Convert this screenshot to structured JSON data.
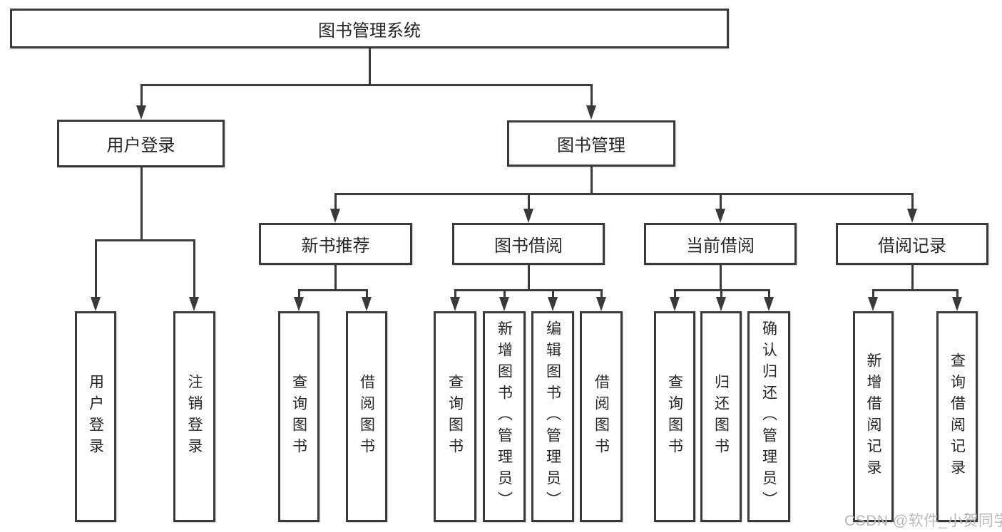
{
  "tree": {
    "root": "图书管理系统",
    "user_login": {
      "label": "用户登录",
      "children": [
        "用户登录",
        "注销登录"
      ]
    },
    "book_mgmt": {
      "label": "图书管理",
      "groups": [
        {
          "label": "新书推荐",
          "children": [
            "查询图书",
            "借阅图书"
          ]
        },
        {
          "label": "图书借阅",
          "children": [
            "查询图书",
            "新增图书（管理员）",
            "编辑图书（管理员）",
            "借阅图书"
          ]
        },
        {
          "label": "当前借阅",
          "children": [
            "查询图书",
            "归还图书",
            "确认归还（管理员）"
          ]
        },
        {
          "label": "借阅记录",
          "children": [
            "新增借阅记录",
            "查询借阅记录"
          ]
        }
      ]
    }
  },
  "watermark": "CSDN @软件_小贺同学",
  "colors": {
    "line": "#3a3a3a",
    "text": "#262626",
    "background": "#ffffff",
    "watermark": "#b9b9b9"
  }
}
